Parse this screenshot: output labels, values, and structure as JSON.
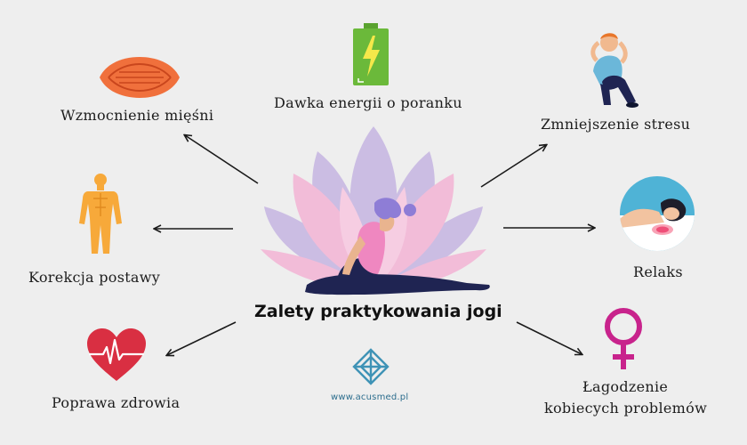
{
  "diagram": {
    "title": "Zalety praktykowania jogi",
    "website": "www.acusmed.pl",
    "benefits": [
      {
        "id": "muscles",
        "label": "Wzmocnienie mięśni",
        "icon": "muscle-icon"
      },
      {
        "id": "energy",
        "label": "Dawka energii o poranku",
        "icon": "battery-icon"
      },
      {
        "id": "stress",
        "label": "Zmniejszenie stresu",
        "icon": "stressed-person-icon"
      },
      {
        "id": "posture",
        "label": "Korekcja postawy",
        "icon": "body-figure-icon"
      },
      {
        "id": "relax",
        "label": "Relaks",
        "icon": "relaxing-person-icon"
      },
      {
        "id": "health",
        "label": "Poprawa zdrowia",
        "icon": "heart-ekg-icon"
      },
      {
        "id": "women",
        "label_line1": "Łagodzenie",
        "label_line2": "kobiecych problemów",
        "icon": "female-symbol-icon"
      }
    ]
  },
  "colors": {
    "background": "#eeeeee",
    "lotus_purple": "#cbbde3",
    "lotus_pink": "#f2bcd8",
    "yoga_top": "#ef87c0",
    "yoga_pants": "#1f2452",
    "muscle": "#f0703c",
    "battery": "#6bb93a",
    "heart": "#d92f42",
    "female_symbol": "#c8238c",
    "logo": "#3f93b6"
  }
}
